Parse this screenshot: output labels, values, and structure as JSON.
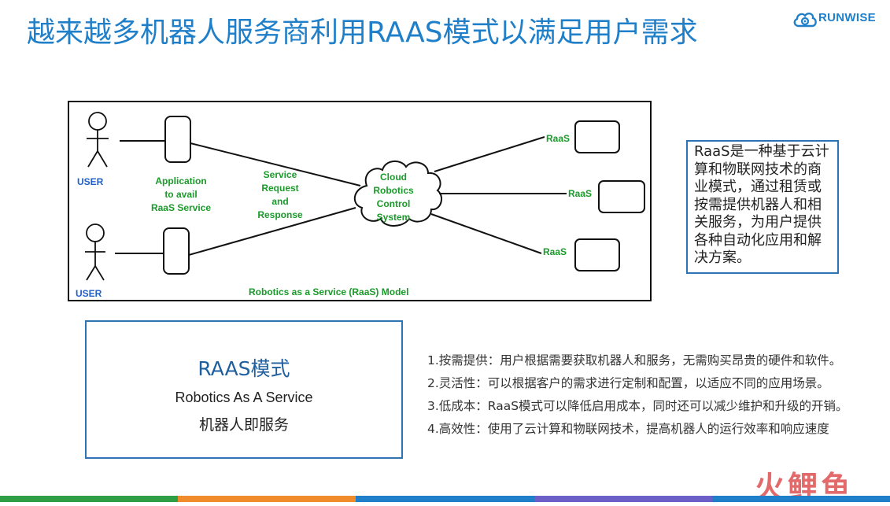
{
  "header": {
    "title": "越来越多机器人服务商利用RAAS模式以满足用户需求",
    "logo_text": "RUNWISE",
    "logo_icon": "cloud-gear-icon",
    "brand_color": "#1f7fc9"
  },
  "diagram": {
    "user_top_label": "USER",
    "user_bottom_label": "USER",
    "app_label_1": "Application",
    "app_label_2": "to avail",
    "app_label_3": "RaaS Service",
    "service_label_1": "Service",
    "service_label_2": "Request",
    "service_label_3": "and",
    "service_label_4": "Response",
    "cloud_label_1": "Cloud",
    "cloud_label_2": "Robotics",
    "cloud_label_3": "Control",
    "cloud_label_4": "System",
    "raas_1": "RaaS",
    "raas_2": "RaaS",
    "raas_3": "RaaS",
    "caption": "Robotics as a Service (RaaS) Model"
  },
  "note": {
    "text": "RaaS是一种基于云计算和物联网技术的商业模式，通过租赁或按需提供机器人和相关服务，为用户提供各种自动化应用和解决方案。"
  },
  "card": {
    "title": "RAAS模式",
    "subtitle": "Robotics As A Service",
    "subtitle_cn": "机器人即服务"
  },
  "points": [
    "1.按需提供：用户根据需要获取机器人和服务，无需购买昂贵的硬件和软件。",
    "2.灵活性：可以根据客户的需求进行定制和配置，以适应不同的应用场景。",
    "3.低成本：RaaS模式可以降低启用成本，同时还可以减少维护和升级的开销。",
    "4.高效性：使用了云计算和物联网技术，提高机器人的运行效率和响应速度"
  ],
  "watermark": {
    "text": "火鲤鱼"
  },
  "colors": {
    "bar": [
      "#2f9e44",
      "#f08c2c",
      "#1f7fc9",
      "#6c5fc7",
      "#1f7fc9"
    ]
  }
}
